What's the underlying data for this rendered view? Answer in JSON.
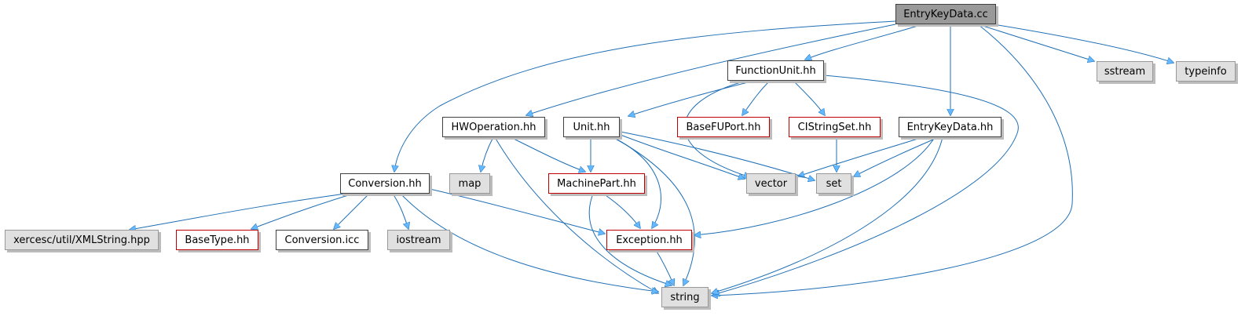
{
  "nodes": {
    "root": "EntryKeyData.cc",
    "function_unit": "FunctionUnit.hh",
    "sstream": "sstream",
    "typeinfo": "typeinfo",
    "hw_operation": "HWOperation.hh",
    "unit": "Unit.hh",
    "base_fu_port": "BaseFUPort.hh",
    "ci_string_set": "CIStringSet.hh",
    "entry_key_data_hh": "EntryKeyData.hh",
    "conversion": "Conversion.hh",
    "map": "map",
    "machine_part": "MachinePart.hh",
    "vector": "vector",
    "set": "set",
    "xml_string": "xercesc/util/XMLString.hpp",
    "base_type": "BaseType.hh",
    "conversion_icc": "Conversion.icc",
    "iostream": "iostream",
    "exception": "Exception.hh",
    "string": "string"
  },
  "colors": {
    "edge": "#1f6fb5",
    "arrow": "#63b8ff",
    "root_fill": "#999999",
    "system_fill": "#e0e0e0",
    "incomplete_border": "#c00000"
  }
}
